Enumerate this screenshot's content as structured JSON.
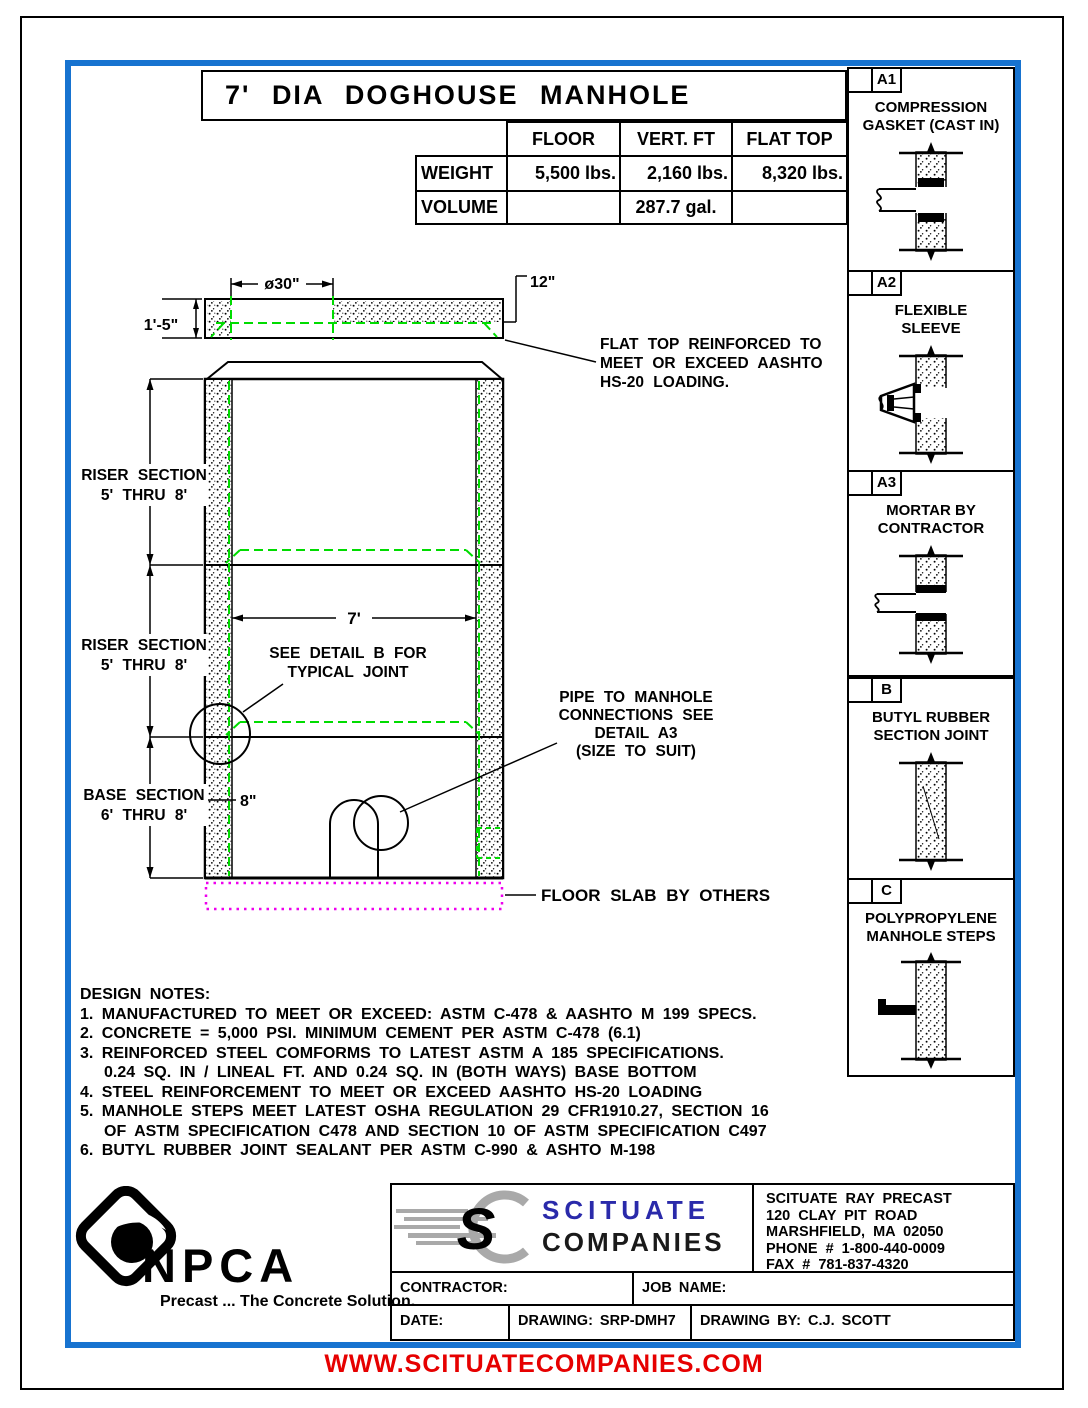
{
  "sheet": {
    "title": "7' DIA DOGHOUSE MANHOLE",
    "website_url": "WWW.SCITUATECOMPANIES.COM"
  },
  "spec_table": {
    "headers": [
      "FLOOR",
      "VERT. FT",
      "FLAT TOP"
    ],
    "rows": [
      {
        "label": "WEIGHT",
        "values": [
          "5,500 lbs.",
          "2,160 lbs.",
          "8,320 lbs."
        ]
      },
      {
        "label": "VOLUME",
        "values": [
          "",
          "287.7 gal.",
          ""
        ]
      }
    ]
  },
  "drawing": {
    "dims": {
      "opening": "ø30\"",
      "edge": "12\"",
      "slab_height": "1'-5\"",
      "inner_width": "7'",
      "wall": "8\""
    },
    "labels": {
      "riser_section": "RISER SECTION",
      "riser_range": "5' THRU 8'",
      "base_section": "BASE SECTION",
      "base_range": "6' THRU 8'"
    },
    "flat_top_note": [
      "FLAT TOP REINFORCED TO",
      "MEET OR EXCEED AASHTO",
      "HS-20 LOADING."
    ],
    "joint_note": [
      "SEE DETAIL B FOR",
      "TYPICAL JOINT"
    ],
    "pipe_note": [
      "PIPE TO MANHOLE",
      "CONNECTIONS SEE",
      "DETAIL A3",
      "(SIZE TO SUIT)"
    ],
    "floor_note": "FLOOR SLAB BY OTHERS"
  },
  "detail_panels": [
    {
      "tag": "A1",
      "title": [
        "COMPRESSION",
        "GASKET (CAST IN)"
      ]
    },
    {
      "tag": "A2",
      "title": [
        "FLEXIBLE",
        "SLEEVE"
      ]
    },
    {
      "tag": "A3",
      "title": [
        "MORTAR BY",
        "CONTRACTOR"
      ]
    },
    {
      "tag": "B",
      "title": [
        "BUTYL RUBBER",
        "SECTION JOINT"
      ]
    },
    {
      "tag": "C",
      "title": [
        "POLYPROPYLENE",
        "MANHOLE STEPS"
      ]
    }
  ],
  "design_notes": {
    "heading": "DESIGN NOTES:",
    "lines": [
      "1. MANUFACTURED TO MEET OR EXCEED: ASTM C-478 & AASHTO M 199 SPECS.",
      "2. CONCRETE = 5,000 PSI. MINIMUM CEMENT PER ASTM C-478 (6.1)",
      "3. REINFORCED STEEL COMFORMS TO LATEST ASTM A 185 SPECIFICATIONS.",
      "0.24 SQ. IN / LINEAL FT. AND 0.24 SQ. IN (BOTH WAYS) BASE BOTTOM",
      "4. STEEL REINFORCEMENT TO MEET OR EXCEED AASHTO HS-20 LOADING",
      "5. MANHOLE STEPS MEET LATEST OSHA REGULATION 29 CFR1910.27, SECTION 16",
      "OF ASTM SPECIFICATION C478 AND SECTION 10 OF ASTM SPECIFICATION C497",
      "6. BUTYL RUBBER JOINT SEALANT PER ASTM C-990 & ASHTO M-198"
    ]
  },
  "title_block": {
    "npca_name": "NPCA",
    "npca_tagline": "Precast ... The Concrete Solution.",
    "company_line1": "SCITUATE",
    "company_line2": "COMPANIES",
    "address": [
      "SCITUATE RAY PRECAST",
      "120 CLAY PIT ROAD",
      "MARSHFIELD, MA  02050",
      "PHONE # 1-800-440-0009",
      "FAX # 781-837-4320"
    ],
    "contractor_label": "CONTRACTOR:",
    "job_label": "JOB NAME:",
    "date_label": "DATE:",
    "drawing_label": "DRAWING: SRP-DMH7",
    "drawn_by_label": "DRAWING BY: C.J. SCOTT"
  },
  "colors": {
    "border_blue": "#1773d0",
    "dashed_green": "#00dc00",
    "floor_magenta": "#ee00ee",
    "url_red": "#e60000",
    "logo_blue": "#2a2aaa",
    "logo_gray": "#a9a9a9"
  }
}
